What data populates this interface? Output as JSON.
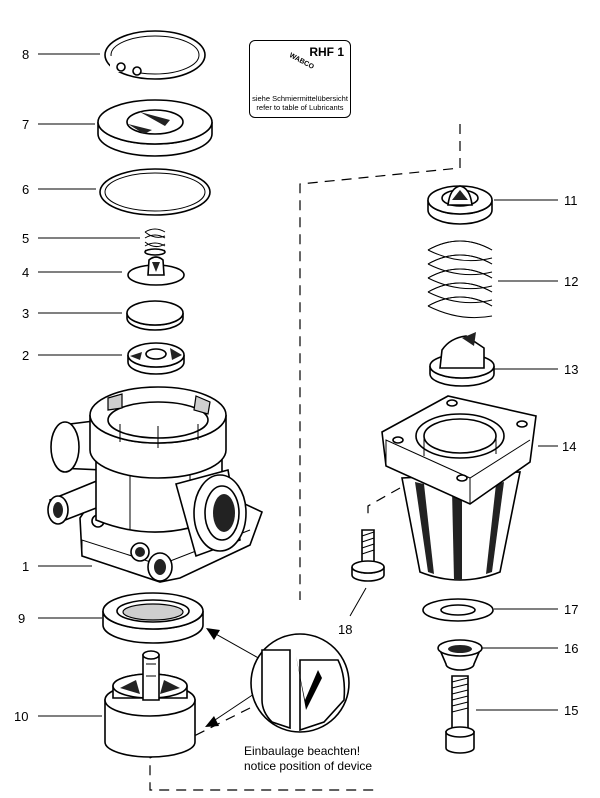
{
  "labels": [
    "1",
    "2",
    "3",
    "4",
    "5",
    "6",
    "7",
    "8",
    "9",
    "10",
    "11",
    "12",
    "13",
    "14",
    "15",
    "16",
    "17",
    "18"
  ],
  "lubricant_box": {
    "code": "RHF 1",
    "brand": "WABCO",
    "line1": "siehe Schmiermittelübersicht",
    "line2": "refer to table of Lubricants"
  },
  "notice": {
    "line1": "Einbaulage beachten!",
    "line2": "notice position of device"
  }
}
